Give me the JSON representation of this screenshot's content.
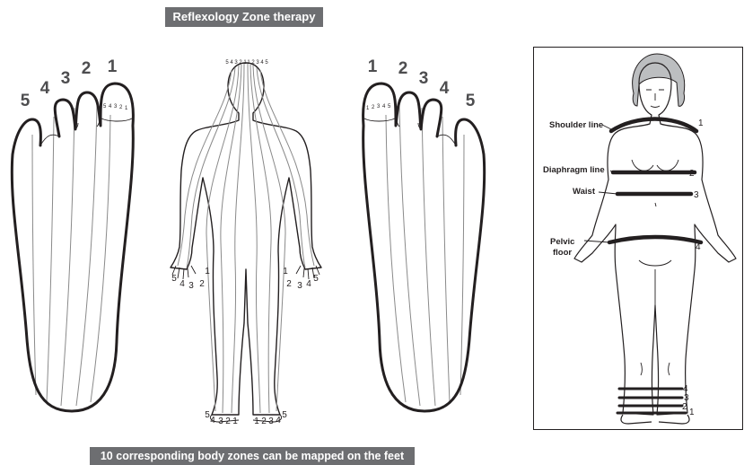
{
  "title": "Reflexology Zone therapy",
  "caption": "10 corresponding body zones can be mapped on the feet",
  "left_foot": {
    "toe_numbers": [
      "1",
      "2",
      "3",
      "4",
      "5"
    ],
    "toe_zone_digits": [
      "5",
      "4",
      "3",
      "2",
      "1"
    ]
  },
  "right_foot": {
    "toe_numbers": [
      "1",
      "2",
      "3",
      "4",
      "5"
    ],
    "toe_zone_digits": [
      "1",
      "2",
      "3",
      "4",
      "5"
    ]
  },
  "body": {
    "head_digits": [
      "5",
      "4",
      "3",
      "2",
      "1",
      "1",
      "2",
      "3",
      "4",
      "5"
    ],
    "left_hand_digits": [
      "5",
      "4",
      "3",
      "2",
      "1"
    ],
    "right_hand_digits": [
      "1",
      "2",
      "3",
      "4",
      "5"
    ],
    "left_foot_digits": [
      "5",
      "4",
      "3",
      "2",
      "1"
    ],
    "right_foot_digits": [
      "1",
      "2",
      "3",
      "4",
      "5"
    ]
  },
  "transverse": {
    "labels": {
      "shoulder": "Shoulder line",
      "diaphragm": "Diaphragm line",
      "waist": "Waist",
      "pelvic_1": "Pelvic",
      "pelvic_2": "floor"
    },
    "body_numbers": [
      "1",
      "2",
      "3",
      "4"
    ],
    "foot_numbers": [
      "4",
      "3",
      "2",
      "1"
    ]
  }
}
